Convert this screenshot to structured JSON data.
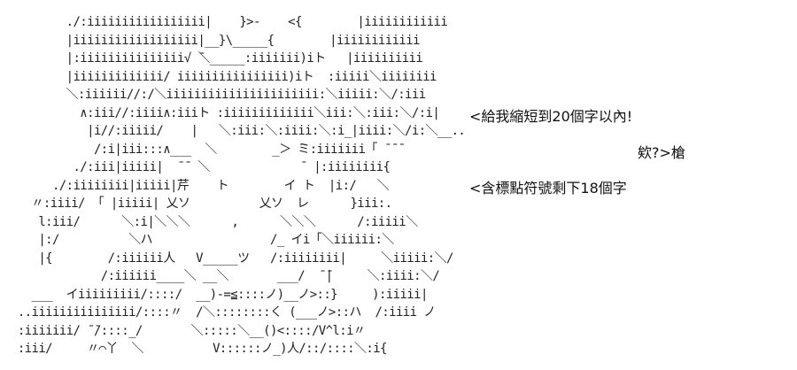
{
  "art": {
    "lines": [
      "        ./:iiiiiiiiiiiiiiiii|    }>-    <{        |iiiiiiiiiiii",
      "        |iiiiiiiiiiiiiiiiii|__}\\_____{        |iiiiiiiiiiii",
      "        |:iiiiiiiiiiiiiii√ ̄＼_____:iiiiiii)iト   |iiiiiiiiii",
      "        |iiiiiiiiiiiii/ iiiiiiiiiiiiiiii)iト  :iiiii＼iiiiiiii",
      "        ＼:iiiiii//:/＼iiiiiiiiiiiiiiiiiiiiii:＼iiiii:＼/:iii",
      "          ∧:iii//:iiii∧:iiiト :iiiiiiiiiiiii＼iii:＼:iii:＼/:i|",
      "           |i//:iiiii/    |   ＼:iii:＼:iiii:＼:i_|iiii:＼/i:＼__..",
      "            /:i|iii:::∧___  ＼        _＞ ̄ミ:iiiiiii「 ̄ ̄ ̄",
      "         ./:iii|iiiii|  ̄ ̄  ＼             ̄  |:iiiiiiii{",
      "      ./:iiiiiiii|iiiii|芹    ト        イ ト  |i:/   ＼",
      "   〃:iiii/ 「 |iiiii| 乂ソ          乂ソ  レ      }iii:.",
      "    l:iii/      ＼:i|＼＼＼      ,      ＼＼＼      /:iiiii＼",
      "    |:/          ＼ハ                 /_ イi「＼iiiiii:＼",
      "    |{        /:iiiiii人   V_____ツ   /:iiiiiiii|     ＼iiiii:＼/",
      "             /:iiiiii____＼ __＼       ___/  ̄ ̄|     ＼:iiii:＼/",
      "   ___  イiiiiiiiii/::::/  __)-=≦::::ノ)__ノ>::}     ):iiiii|",
      " ..iiiiiiiiiiiiiii/::::〃  /＼::::::::く (___ノ>::ハ  /:iiii ノ",
      " :iiiiiii/ ̄ ̄/::::_/       ＼:::::＼__()<::::/V^l:i〃",
      " :iii/     〃⌒丫  ＼          V::::::ノ_)人/::/::::＼:i{"
    ]
  },
  "captions": {
    "line1": "<給我縮短到20個字以內!",
    "line2": "欸?>槍",
    "line3": "<含標點符號剩下18個字"
  }
}
